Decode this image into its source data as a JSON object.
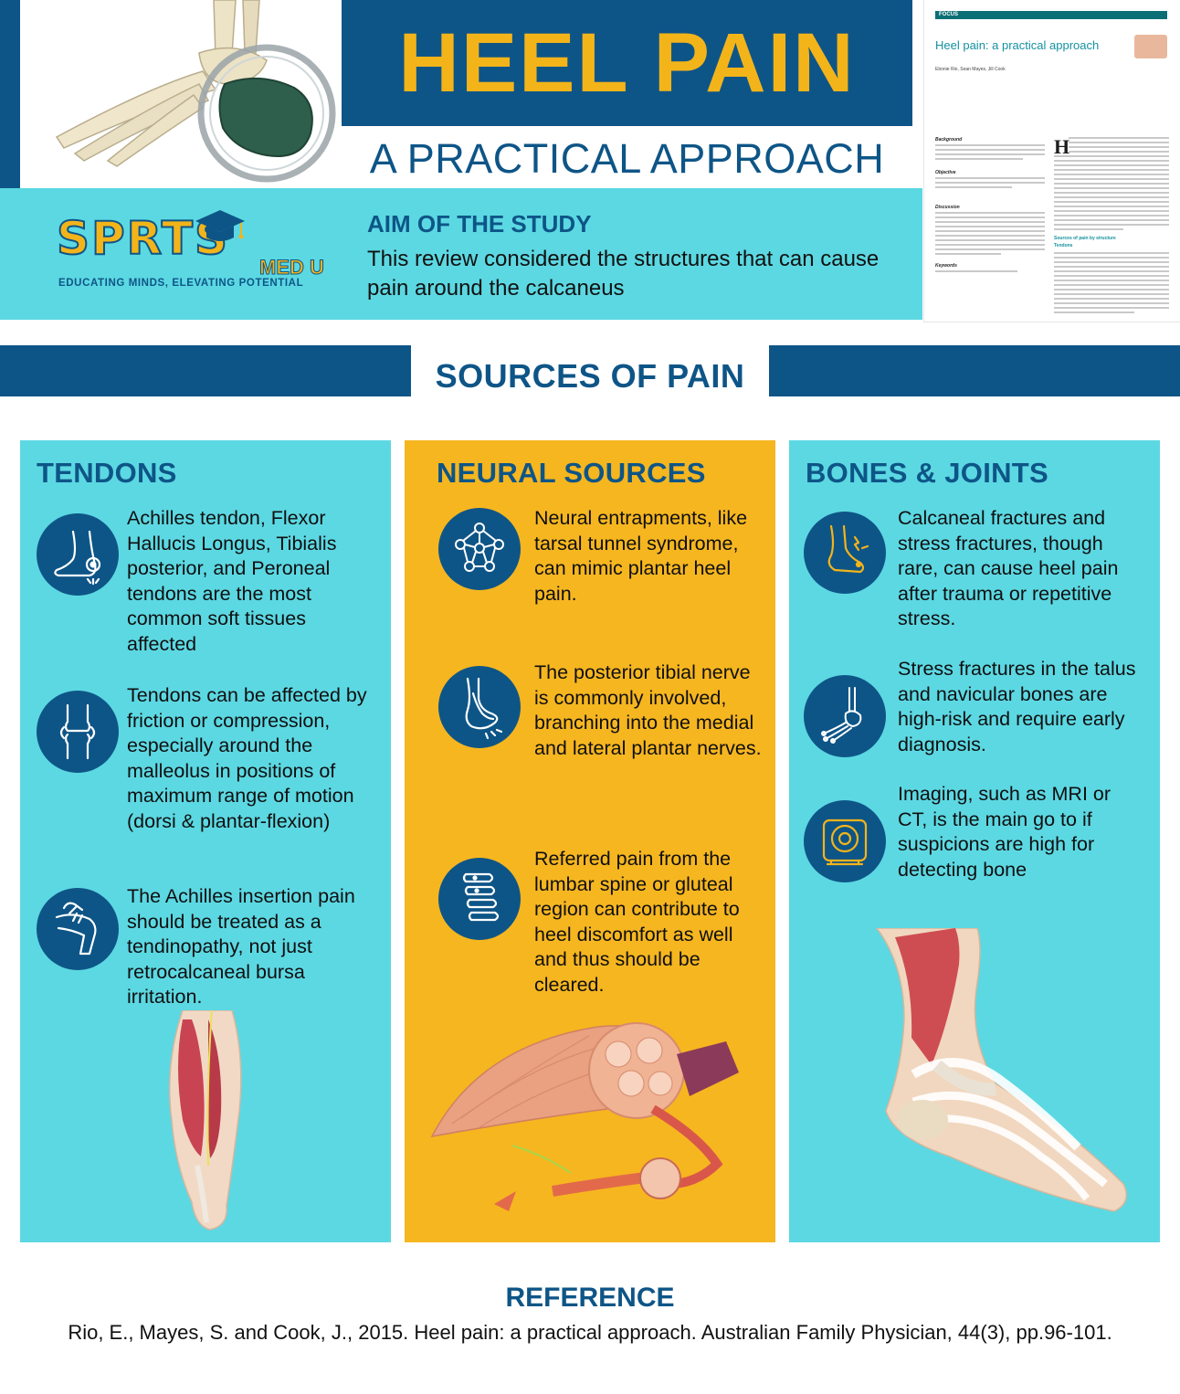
{
  "header": {
    "title": "HEEL PAIN",
    "subtitle": "A PRACTICAL APPROACH"
  },
  "logo": {
    "wordmark": "SPRTS",
    "sub": "MED U",
    "tagline": "EDUCATING MINDS, ELEVATING POTENTIAL"
  },
  "aim": {
    "heading": "AIM OF THE STUDY",
    "text": "This review considered the structures that can cause pain around the calcaneus"
  },
  "journal": {
    "section": "FOCUS",
    "title": "Heel pain: a practical approach",
    "authors": "Ebonie Rio, Sean Mayes, Jill Cook",
    "labels": [
      "Background",
      "Objective",
      "Discussion",
      "Keywords"
    ],
    "subheading": "Sources of pain by structure",
    "subheading2": "Tendons"
  },
  "sources_title": "SOURCES OF PAIN",
  "columns": {
    "tendons": {
      "heading": "TENDONS",
      "items": [
        {
          "icon": "ankle-heel-pain-icon",
          "text": "Achilles tendon, Flexor Hallucis Longus, Tibialis posterior, and Peroneal tendons are the most common soft tissues affected"
        },
        {
          "icon": "knee-joint-icon",
          "text": "Tendons can be affected by friction or compression, especially around the malleolus in positions of maximum range of motion (dorsi & plantar-flexion)"
        },
        {
          "icon": "leg-massage-icon",
          "text": "The Achilles insertion pain should be treated as a tendinopathy, not just retrocalcaneal bursa irritation."
        }
      ]
    },
    "neural": {
      "heading": "NEURAL SOURCES",
      "items": [
        {
          "icon": "neural-network-icon",
          "text": "Neural entrapments, like tarsal tunnel syndrome, can mimic plantar heel pain."
        },
        {
          "icon": "foot-nerve-icon",
          "text": "The posterior tibial nerve is commonly involved, branching into the medial and lateral plantar nerves."
        },
        {
          "icon": "spine-icon",
          "text": "Referred pain from the lumbar spine or gluteal region can contribute to heel discomfort as well and thus should be cleared."
        }
      ]
    },
    "bones": {
      "heading": "BONES & JOINTS",
      "items": [
        {
          "icon": "foot-fracture-icon",
          "text": "Calcaneal fractures and stress fractures, though rare, can cause heel pain after trauma or repetitive stress."
        },
        {
          "icon": "foot-bones-icon",
          "text": "Stress fractures in the talus and navicular bones are high-risk and require early diagnosis."
        },
        {
          "icon": "mri-scanner-icon",
          "text": "Imaging, such as MRI or CT, is the main go to if suspicions are high for detecting bone"
        }
      ]
    }
  },
  "reference": {
    "heading": "REFERENCE",
    "text": "Rio, E., Mayes, S. and Cook, J., 2015. Heel pain: a practical approach. Australian Family Physician, 44(3), pp.96-101."
  },
  "colors": {
    "navy": "#0e5587",
    "gold": "#f3b41a",
    "cyan": "#5cd8e2",
    "orange": "#f6b620"
  }
}
